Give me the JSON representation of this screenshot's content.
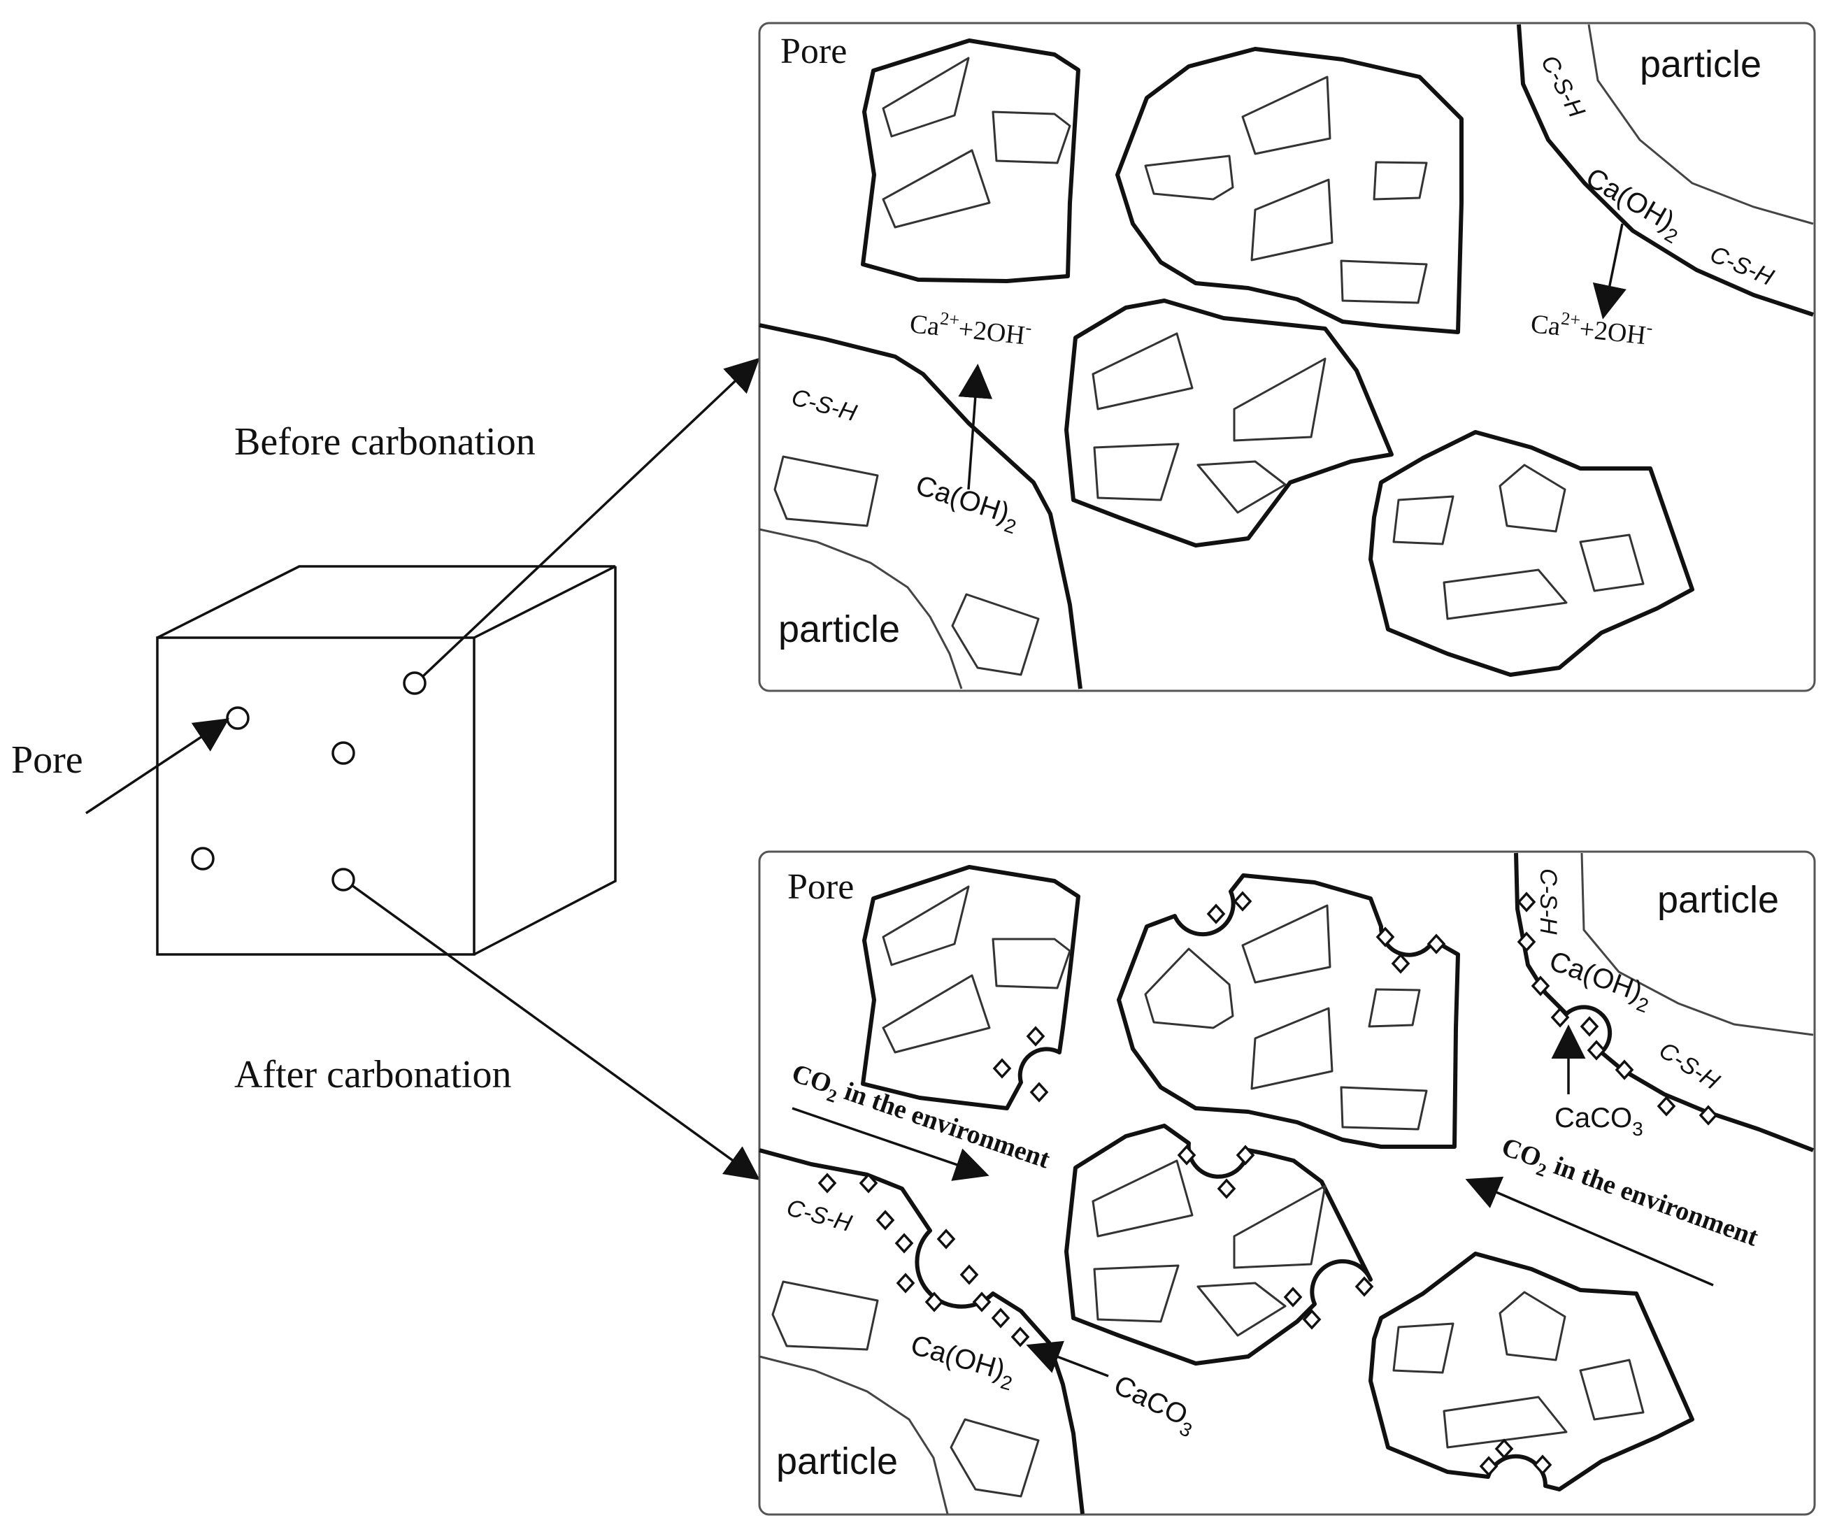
{
  "labels": {
    "pore_left": "Pore",
    "before": "Before carbonation",
    "after": "After carbonation"
  },
  "top_panel": {
    "pore": "Pore",
    "particle_tr": "particle",
    "particle_bl": "particle",
    "csh_tr1": "C-S-H",
    "csh_tr2": "C-S-H",
    "csh_left": "C-S-H",
    "caoh2_tr": "Ca(OH)",
    "caoh2_tr_sub": "2",
    "caoh2_left": "Ca(OH)",
    "caoh2_left_sub": "2",
    "ions_left_ca": "Ca",
    "ions_left_sup": "2+",
    "ions_left_oh": "+2OH",
    "ions_left_minus": "-",
    "ions_right_ca": "Ca",
    "ions_right_sup": "2+",
    "ions_right_oh": "+2OH",
    "ions_right_minus": "-"
  },
  "bottom_panel": {
    "pore": "Pore",
    "particle_tr": "particle",
    "particle_bl": "particle",
    "csh_tr1": "C-S-H",
    "csh_tr2": "C-S-H",
    "csh_left": "C-S-H",
    "caoh2_tr": "Ca(OH)",
    "caoh2_tr_sub": "2",
    "caoh2_left": "Ca(OH)",
    "caoh2_left_sub": "2",
    "caco3_right": "CaCO",
    "caco3_right_sub": "3",
    "caco3_left": "CaCO",
    "caco3_left_sub": "3",
    "co2_left": "CO",
    "co2_left_sub": "2",
    "co2_left_rest": " in the environment",
    "co2_right": "CO",
    "co2_right_sub": "2",
    "co2_right_rest": " in the environment"
  }
}
